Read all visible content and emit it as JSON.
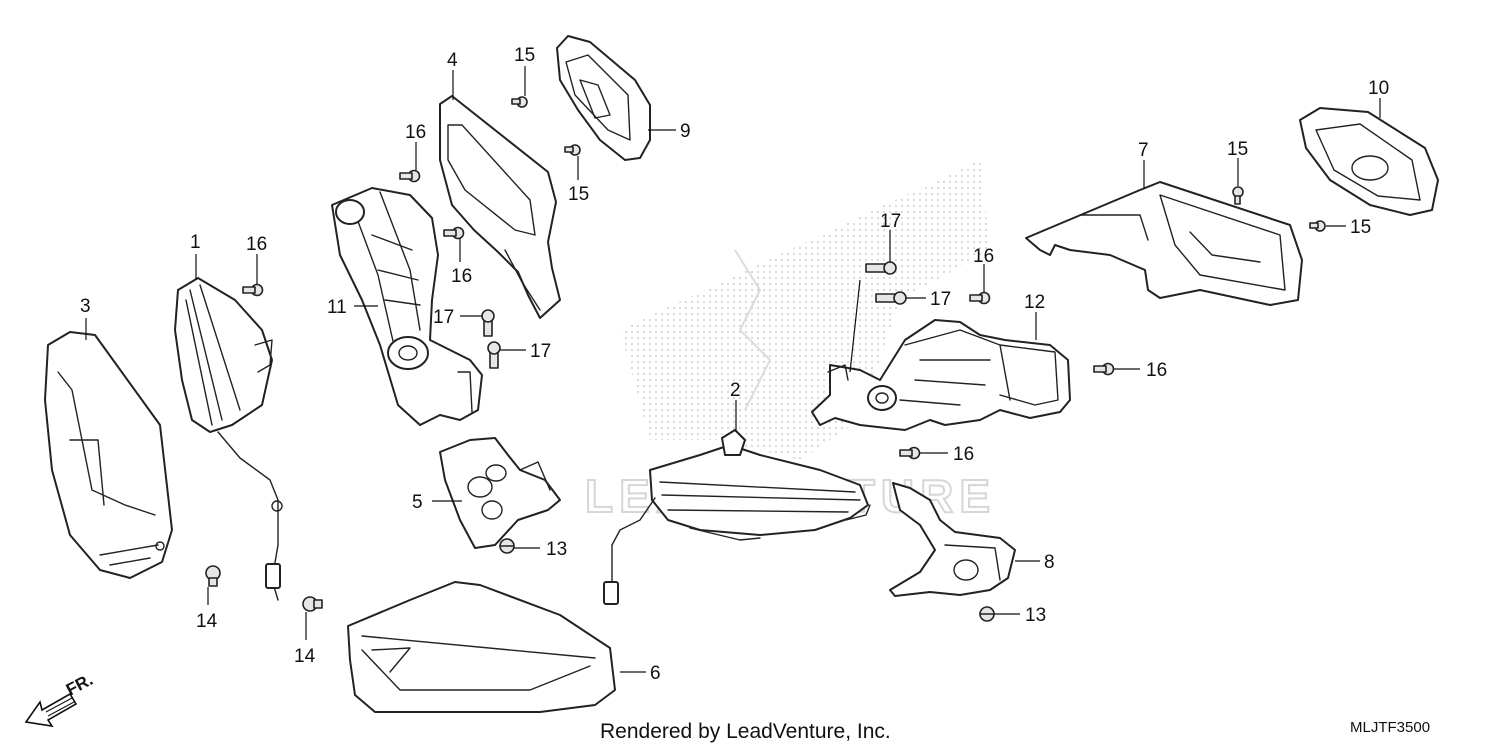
{
  "diagram": {
    "parts": [
      {
        "ref": "1"
      },
      {
        "ref": "2"
      },
      {
        "ref": "3"
      },
      {
        "ref": "4"
      },
      {
        "ref": "5"
      },
      {
        "ref": "6"
      },
      {
        "ref": "7"
      },
      {
        "ref": "8"
      },
      {
        "ref": "9"
      },
      {
        "ref": "10"
      },
      {
        "ref": "11"
      },
      {
        "ref": "12"
      },
      {
        "ref": "13"
      },
      {
        "ref": "14"
      },
      {
        "ref": "15"
      },
      {
        "ref": "16"
      },
      {
        "ref": "17"
      }
    ],
    "labels": {
      "l1": "1",
      "l2": "2",
      "l3": "3",
      "l4": "4",
      "l5": "5",
      "l6": "6",
      "l7": "7",
      "l8": "8",
      "l9": "9",
      "l10": "10",
      "l11": "11",
      "l12": "12",
      "l13a": "13",
      "l13b": "13",
      "l14a": "14",
      "l14b": "14",
      "l15a": "15",
      "l15b": "15",
      "l15c": "15",
      "l15d": "15",
      "l16a": "16",
      "l16b": "16",
      "l16c": "16",
      "l16d": "16",
      "l16e": "16",
      "l16f": "16",
      "l17a": "17",
      "l17b": "17",
      "l17c": "17",
      "l17d": "17"
    },
    "direction_label": "FR.",
    "watermark": "LEADVENTURE",
    "credit": "Rendered by LeadVenture, Inc.",
    "diagram_code": "MLJTF3500"
  }
}
